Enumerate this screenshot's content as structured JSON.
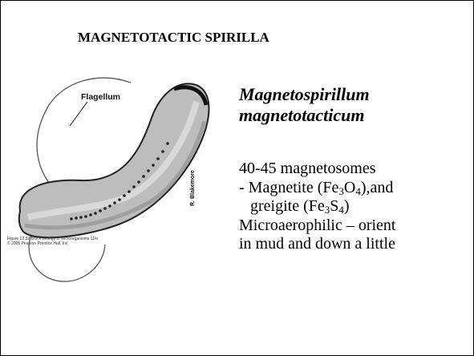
{
  "slide": {
    "title": "MAGNETOTACTIC SPIRILLA",
    "species_line1": "Magnetospirillum",
    "species_line2": "magnetotacticum",
    "magnetosomes": "40-45 magnetosomes",
    "magnetite_prefix": "- Magnetite (Fe",
    "magnetite_sub1": "3",
    "magnetite_mid": "O",
    "magnetite_sub2": "4",
    "magnetite_suffix": "),and",
    "greigite_prefix": "greigite (Fe",
    "greigite_sub1": "3",
    "greigite_mid": "S",
    "greigite_sub2": "4",
    "greigite_suffix": ")",
    "microaerophilic": "Microaerophilic – orient",
    "mud": "in mud and down a little"
  },
  "figure": {
    "flagellum_label": "Flagellum",
    "credit": "R. Blakemore",
    "caption_line1": "Figure 12.32  Brock Biology of Microorganisms 11/e",
    "caption_line2": "© 2006 Pearson Prentice Hall, Inc."
  }
}
